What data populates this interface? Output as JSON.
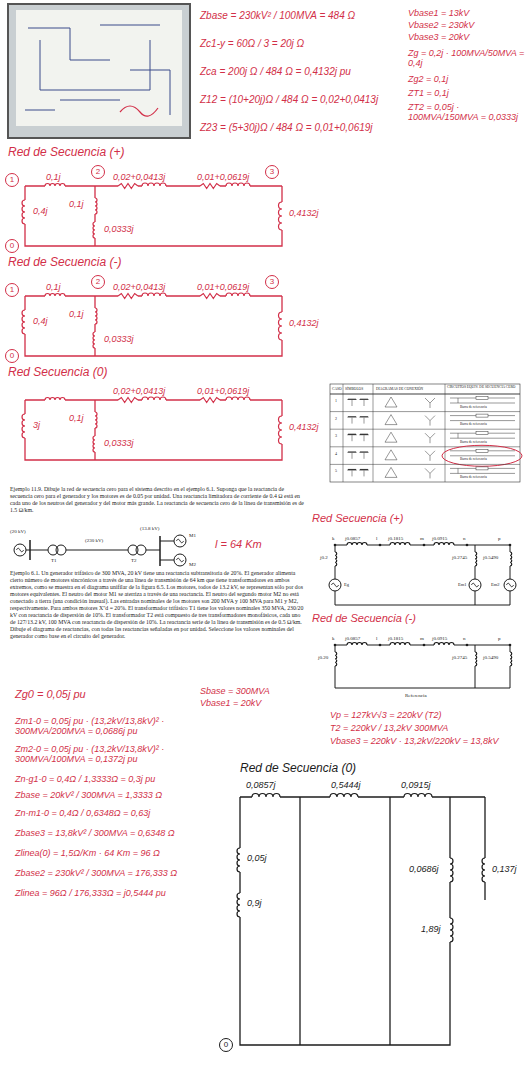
{
  "diagram": {
    "nodes": [
      {
        "text": [
          "2"
        ]
      },
      {
        "text": [
          "3"
        ]
      },
      {
        "text": [
          "1"
        ]
      },
      {
        "text": [
          "0"
        ]
      },
      {
        "text": [
          "2"
        ]
      },
      {
        "text": [
          "3"
        ]
      },
      {
        "text": [
          "1"
        ]
      },
      {
        "text": [
          "0"
        ]
      },
      {
        "text": [
          "0"
        ]
      }
    ],
    "labels": [
      "Zbase = 230kV² / 100MVA = 484 Ω",
      "Zc1-y = 60Ω / 3 = 20j Ω",
      "Zca = 200j Ω / 484 Ω = 0,4132j pu",
      "Z12 = (10+20j)Ω / 484 Ω = 0,02+0,0413j",
      "Z23 = (5+30j)Ω / 484 Ω = 0,01+0,0619j",
      "Vbase1 = 13kV",
      "Vbase2 = 230kV",
      "Vbase3 = 20kV",
      "Zg = 0,2j · 100MVA/50MVA = 0,4j",
      "Zg2 = 0,1j",
      "ZT1 = 0,1j",
      "ZT2 = 0,05j · 100MVA/150MVA = 0,0333j",
      "Red de Secuencia (+)",
      "0,4j",
      "0,1j",
      "0,02+0,0413j",
      "0,01+0,0619j",
      "0,1j",
      "0,0333j",
      "0,4132j",
      "Red de Secuencia (-)",
      "0,4j",
      "0,1j",
      "0,02+0,0413j",
      "0,01+0,0619j",
      "0,1j",
      "0,0333j",
      "0,4132j",
      "Red Secuencia (0)",
      "0,02+0,0413j",
      "0,01+0,0619j",
      "3j",
      "0,1j",
      "0,0333j",
      "0,4132j",
      "CASO",
      "SÍMBOLOS",
      "DIAGRAMAS DE CONEXIÓN",
      "CIRCUITOS EQUIV. DE SECUENCIA CERO",
      "1",
      "2",
      "3",
      "4",
      "5",
      "Barra de referencia",
      "Barra de referencia",
      "Barra de referencia",
      "Barra de referencia",
      "Barra de referencia",
      "Ejemplo 11.9. Dibuje la red de secuencia cero para el sistema descrito en el ejemplo 6.1. Suponga que la reactancia de secuencia cero para el generador y los motores es de 0.05 por unidad. Una reactancia limitadora de corriente de 0.4 Ω está en cada uno de los neutros del generador y del motor más grande. La reactancia de secuencia cero de la línea de transmisión es de 1.5 Ω/km.",
      "(20 kV)",
      "(230 kV)",
      "(13.8 kV)",
      "T1",
      "T2",
      "M1",
      "M2",
      "l = 64 Km",
      "Ejemplo 6.1. Un generador trifásico de 300 MVA, 20 kV tiene una reactancia subtransitoria de 20%. El generador alimenta cierto número de motores sincrónicos a través de una línea de transmisión de 64 km que tiene transformadores en ambos extremos, como se muestra en el diagrama unifilar de la figura 6.5. Los motores, todos de 13.2 kV, se representan sólo por dos motores equivalentes. El neutro del motor M1 se aterriza a través de una reactancia. El neutro del segundo motor M2 no está conectado a tierra (una condición inusual). Las entradas nominales de los motores son 200 MVA y 100 MVA para M1 y M2, respectivamente. Para ambos motores X''d = 20%. El transformador trifásico T1 tiene los valores nominales 350 MVA, 230/20 kV con reactancia de dispersión de 10%. El transformador T2 está compuesto de tres transformadores monofásicos, cada uno de 127/13.2 kV, 100 MVA con reactancia de dispersión de 10%. La reactancia serie de la línea de transmisión es de 0.5 Ω/km. Dibuje el diagrama de reactancias, con todas las reactancias señaladas en por unidad. Seleccione los valores nominales del generador como base en el circuito del generador.",
      "Red Secuencia (+)",
      "k",
      "j0.0857",
      "l",
      "j0.1815",
      "m",
      "j0.0915",
      "n",
      "p",
      "j0.2",
      "j0.2745",
      "j0.5490",
      "Eg",
      "Em1",
      "Em2",
      "Red de Secuencia (-)",
      "k",
      "j0.0857",
      "l",
      "j0.1815",
      "m",
      "j0.0915",
      "n",
      "p",
      "j0.20",
      "j0.2745",
      "j0.5490",
      "Referencia",
      "Zg0 = 0,05j pu",
      "Sbase = 300MVA",
      "Vbase1 = 20kV",
      "Vp = 127kV√3 = 220kV (T2)",
      "T2 = 220kV / 13,2kV 300MVA",
      "Vbase3 = 220kV · 13,2kV/220kV = 13,8kV",
      "Zm1-0 = 0,05j pu · (13,2kV/13,8kV)² · 300MVA/200MVA = 0,0686j pu",
      "Zm2-0 = 0,05j pu · (13,2kV/13,8kV)² · 300MVA/100MVA = 0,1372j pu",
      "Zn-g1-0 = 0,4Ω / 1,3333Ω = 0,3j pu",
      "Zbase = 20kV² / 300MVA = 1,3333 Ω",
      "Zn-m1-0 = 0,4Ω / 0,6348Ω = 0,63j",
      "Zbase3 = 13,8kV² / 300MVA = 0,6348 Ω",
      "Zlinea(0) = 1,5Ω/Km · 64 Km = 96 Ω",
      "Zbase2 = 230kV² / 300MVA = 176,333 Ω",
      "Zlinea = 96Ω / 176,333Ω = j0,5444 pu",
      "Red de Secuencia (0)",
      "0,0857j",
      "0,5444j",
      "0,0915j",
      "0,05j",
      "0,9j",
      "0,0686j",
      "1,89j",
      "0,137j"
    ]
  }
}
